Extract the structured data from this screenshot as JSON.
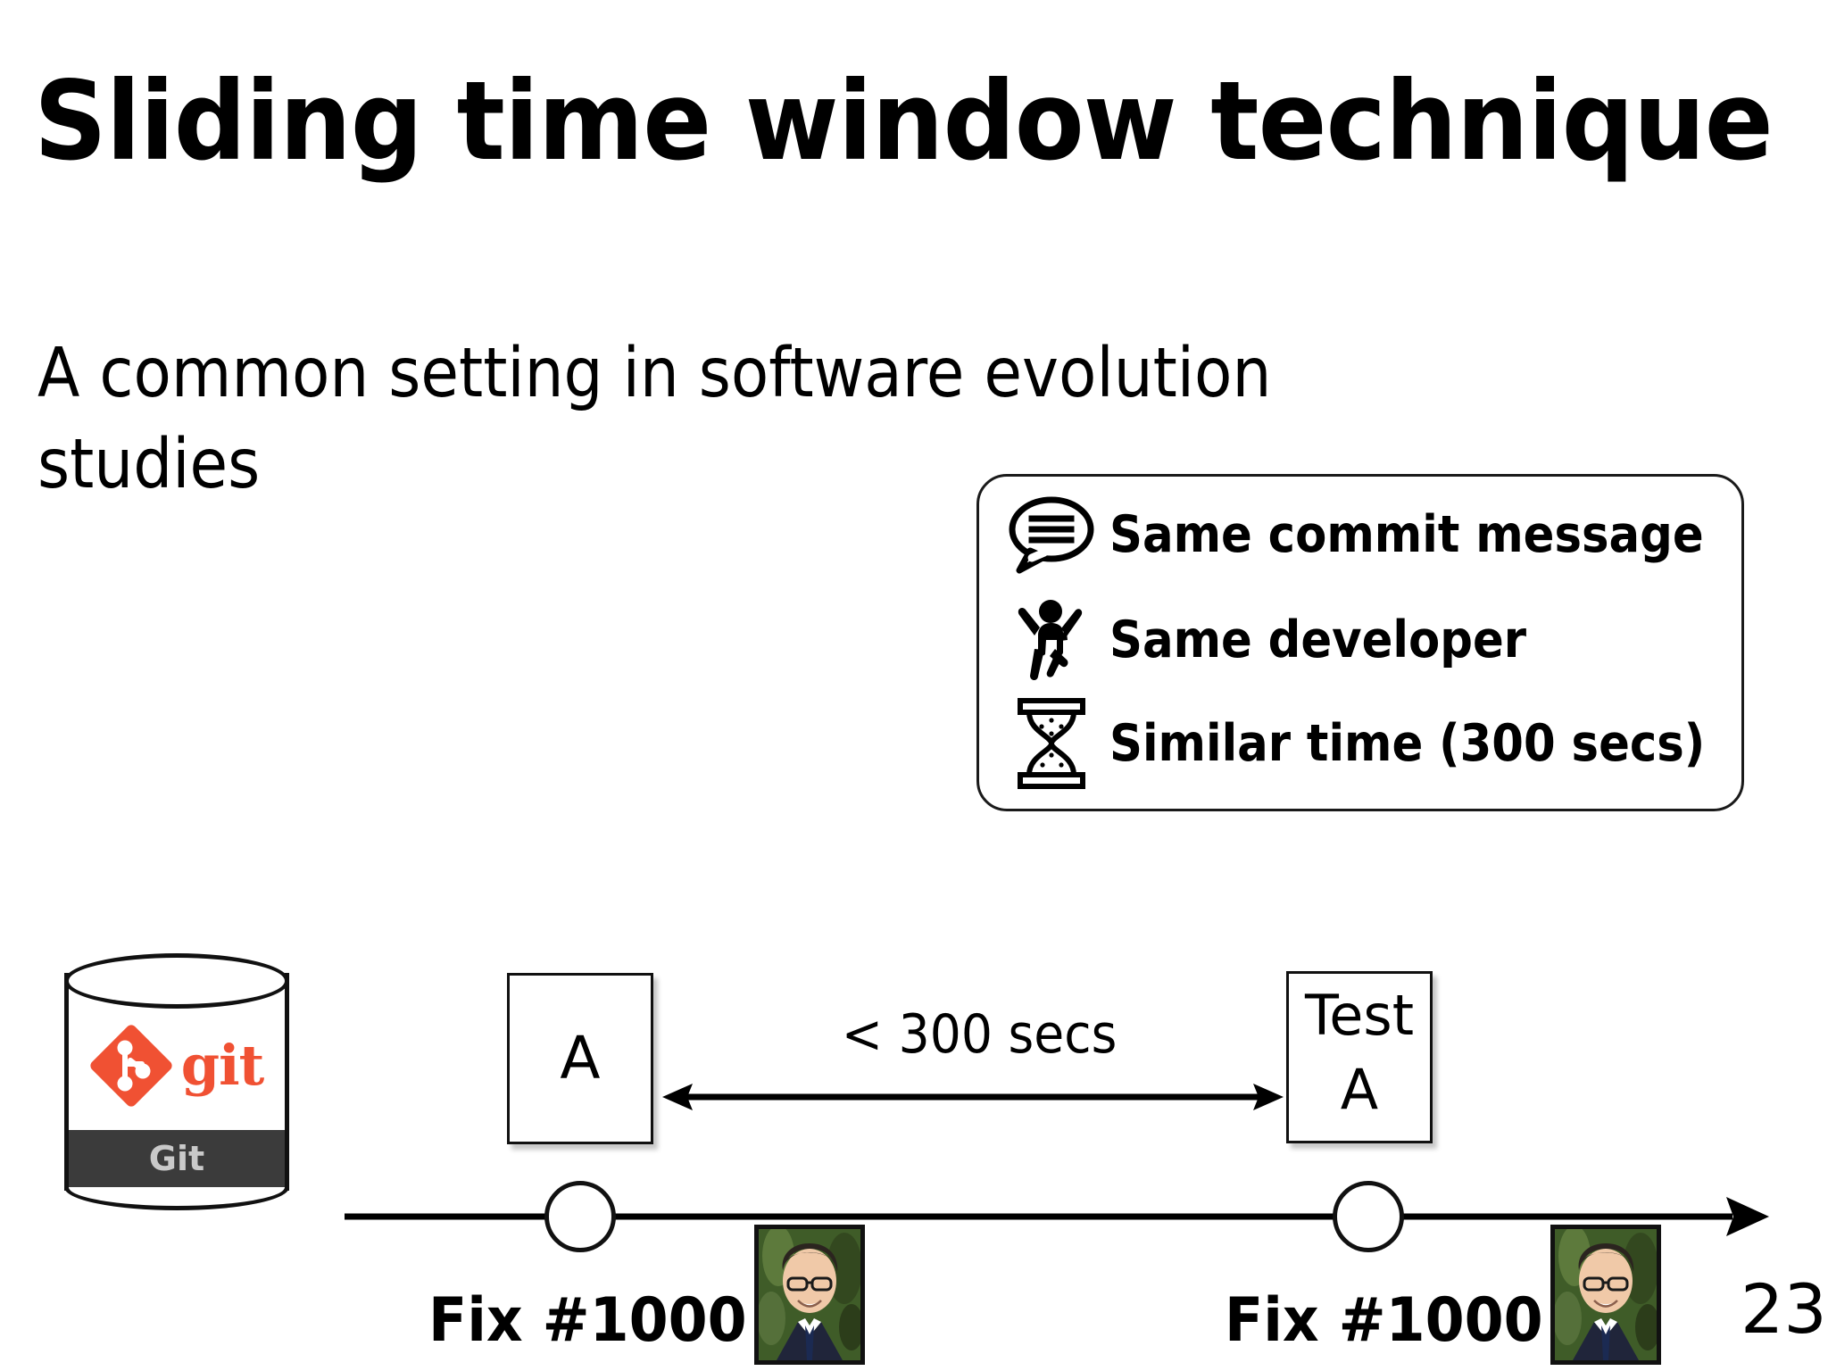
{
  "slide": {
    "title": "Sliding time window technique",
    "subtitle": "A common setting in software evolution studies",
    "page_number": "23"
  },
  "legend": {
    "items": [
      {
        "icon": "speech-bubble-icon",
        "label": "Same commit message"
      },
      {
        "icon": "person-jumping-icon",
        "label": "Same developer"
      },
      {
        "icon": "hourglass-icon",
        "label": "Similar time (300 secs)"
      }
    ]
  },
  "repository": {
    "logo_wordmark": "git",
    "band_label": "Git"
  },
  "timeline": {
    "duration_label": "< 300 secs",
    "commits": [
      {
        "box_line1": "A",
        "box_line2": "",
        "fix_label": "Fix #1000"
      },
      {
        "box_line1": "Test",
        "box_line2": "A",
        "fix_label": "Fix #1000"
      }
    ]
  },
  "colors": {
    "git_orange": "#F05133",
    "git_band": "#3b3b3b",
    "git_band_text": "#c9c9c9",
    "ink": "#000000",
    "background": "#ffffff"
  }
}
